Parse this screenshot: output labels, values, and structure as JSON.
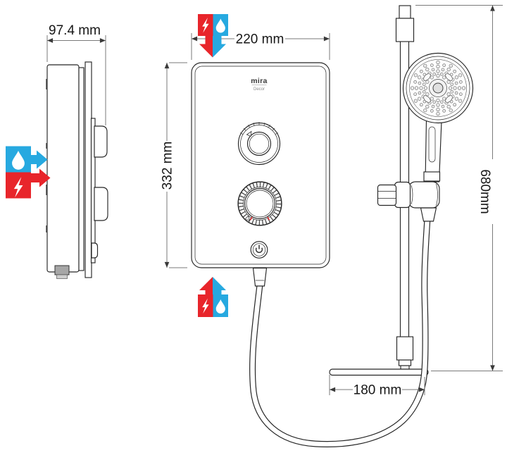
{
  "product": {
    "brand": "mira",
    "model": "Decor"
  },
  "dimensions": {
    "side_depth": "97.4 mm",
    "front_width": "220 mm",
    "front_height": "332 mm",
    "rail_height": "680mm",
    "shelf_offset": "180 mm"
  },
  "colors": {
    "electric_red": "#e8252b",
    "water_blue": "#27a9e0",
    "line_dark": "#262626",
    "dim_gray": "#7a7a7a"
  },
  "icons": {
    "top_entry": "electric-water-entry-down-arrow",
    "bottom_entry": "electric-water-entry-up-arrow",
    "rear_entry": "electric-water-entry-right-arrow",
    "power": "power-icon",
    "electric": "lightning-bolt-icon",
    "water": "water-droplet-icon"
  }
}
